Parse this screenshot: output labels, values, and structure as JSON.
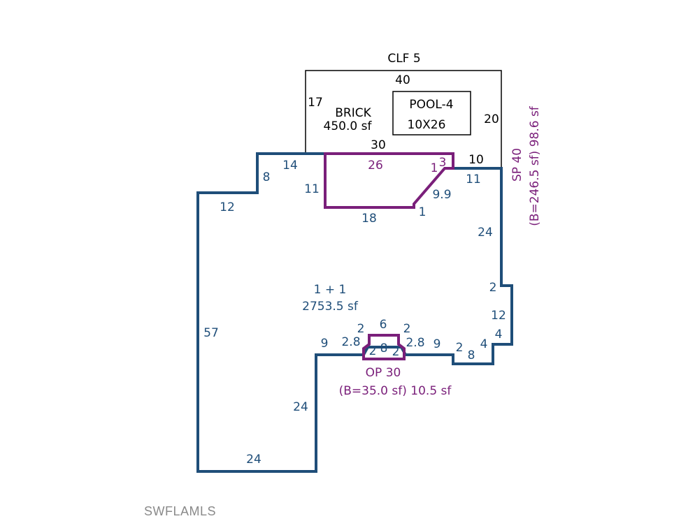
{
  "colors": {
    "main_line": "#1f4e79",
    "porch_line": "#7a1f7a",
    "outline": "#000000",
    "watermark": "#8a8a8a"
  },
  "top": {
    "clf_label": "CLF 5",
    "top_dim": "40",
    "left_dim": "17",
    "right_dim": "20",
    "bottom_dim": "30",
    "brick_label": "BRICK",
    "brick_area": "450.0 sf",
    "pool_label": "POOL-4",
    "pool_size": "10X26"
  },
  "main": {
    "label": "1 + 1",
    "area": "2753.5 sf",
    "dims": {
      "left": "57",
      "bottom": "24",
      "lower_inner": "24",
      "top_left": "12",
      "step_vertical": "8",
      "step_top": "14",
      "right_top": "10",
      "right_under": "11",
      "right_long": "24",
      "notch_top": "2",
      "right_mid": "12",
      "notch_right": "4",
      "notch_bottom": "4",
      "notch_vertical": "8",
      "notch_left": "2",
      "front_left": "9",
      "front_right": "9"
    }
  },
  "screen_porch": {
    "label": "SP 40",
    "area": "(B=246.5 sf) 98.6 sf",
    "dims": {
      "top": "26",
      "left": "11",
      "bottom": "18",
      "bottom_corner": "1",
      "diagonal": "9.9",
      "right_a": "1",
      "right_b": "3"
    }
  },
  "open_porch": {
    "label": "OP 30",
    "area": "(B=35.0 sf) 10.5 sf",
    "dims": {
      "top": "6",
      "top_left": "2",
      "top_right": "2",
      "side_left": "2.8",
      "side_right": "2.8",
      "inner_left": "2",
      "inner_mid": "8",
      "inner_right": "2"
    }
  },
  "watermark": "SWFLAMLS"
}
